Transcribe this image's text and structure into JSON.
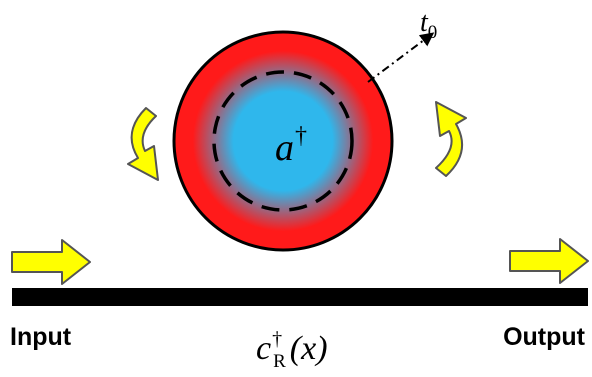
{
  "labels": {
    "mode_symbol": "a",
    "mode_dagger": "†",
    "coupling_symbol": "t",
    "coupling_subscript": "0",
    "input": "Input",
    "output": "Output",
    "waveguide_symbol": "c",
    "waveguide_dagger": "†",
    "waveguide_subscript": "R",
    "waveguide_argument": "(x)"
  },
  "colors": {
    "ring_outer": "#ff1a1a",
    "ring_inner": "#2fb7ec",
    "ring_outline": "#000000",
    "arrow_fill": "#ffff00",
    "arrow_stroke": "#555555",
    "waveguide": "#000000"
  },
  "icons": {
    "rotation_left": "curved-arrow-down",
    "rotation_right": "curved-arrow-up",
    "input_arrow": "arrow-right",
    "output_arrow": "arrow-right",
    "coupling_arrow": "dash-dot-arrow"
  }
}
